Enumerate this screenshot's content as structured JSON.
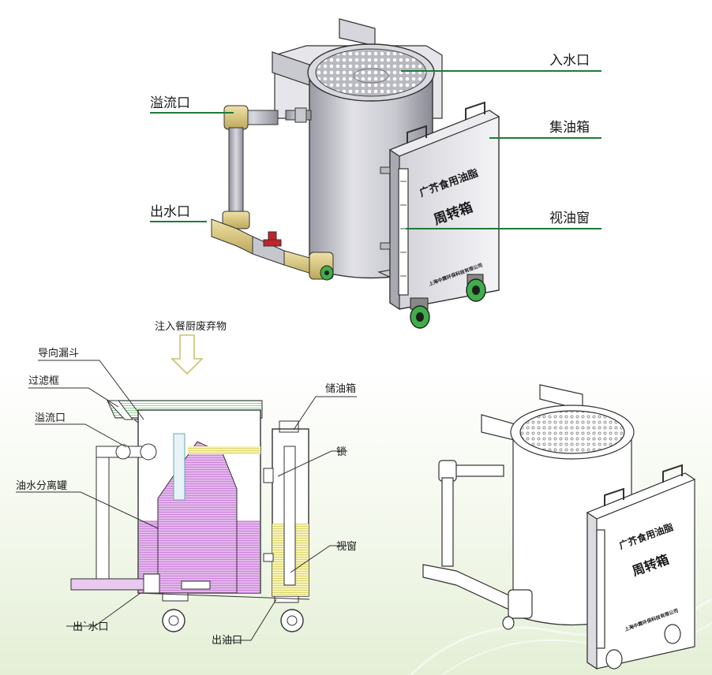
{
  "top_labels": {
    "inlet": "入水口",
    "overflow": "溢流口",
    "collector": "集油箱",
    "outlet": "出水口",
    "sight_window": "视油窗"
  },
  "bottom_labels": {
    "feed": "注入餐厨废弃物",
    "funnel": "导向漏斗",
    "filter": "过滤框",
    "overflow": "溢流口",
    "tank": "油水分离罐",
    "outlet": "出`水口",
    "oil_box": "储油箱",
    "lock": "锁",
    "window": "视窗",
    "oil_outlet": "出油口"
  },
  "product_text": {
    "line1": "广芥食用油脂",
    "line2": "周转箱",
    "company": "上海中霖环保科技有限公司"
  },
  "colors": {
    "leader_green": "#1f7a3a",
    "pipe_yellow": "#d8c98a",
    "oil_pink": "#d9a0e3",
    "oil_yellow": "#f2ee9a",
    "wheel_green": "#3fae4a",
    "valve_red": "#c0242c"
  }
}
